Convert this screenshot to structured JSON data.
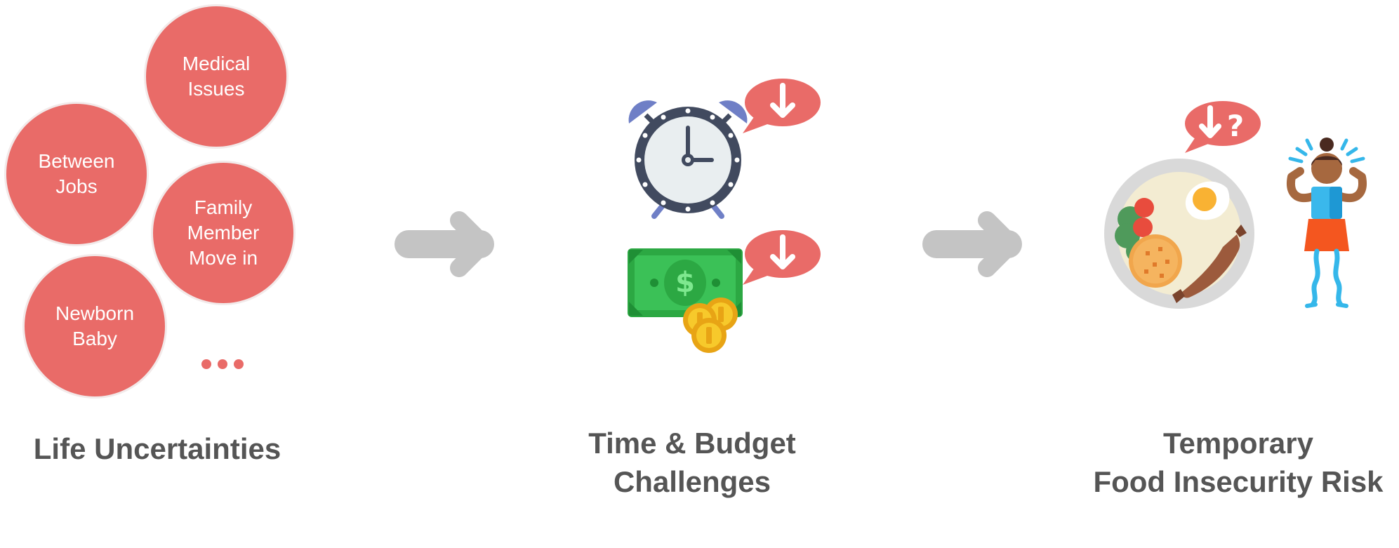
{
  "uncertainties": {
    "items": [
      {
        "label": "Medical\nIssues"
      },
      {
        "label": "Between\nJobs"
      },
      {
        "label": "Family\nMember\nMove in"
      },
      {
        "label": "Newborn\nBaby"
      }
    ]
  },
  "captions": {
    "life": "Life Uncertainties",
    "time_budget": "Time & Budget\nChallenges",
    "food_risk": "Temporary\nFood Insecurity Risk"
  },
  "colors": {
    "bubble": "#e96b68",
    "arrow": "#c4c4c4",
    "caption": "#555555",
    "money": "#3bb54a",
    "coin": "#f5c518"
  },
  "icons": {
    "flow_arrow": "arrow-right-icon",
    "clock": "alarm-clock-icon",
    "money": "banknote-coins-icon",
    "meal": "food-plate-icon",
    "person": "worried-person-icon",
    "down_speech": "down-arrow-speech-bubble-icon",
    "question_speech": "down-arrow-question-speech-bubble-icon",
    "more": "ellipsis-icon"
  }
}
